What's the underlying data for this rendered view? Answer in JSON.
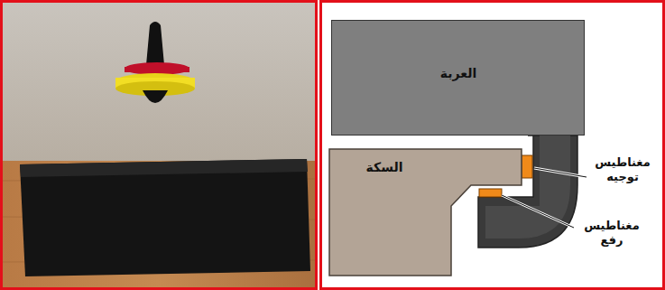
{
  "diagram": {
    "nodes": [
      {
        "text": [
          "العربة"
        ]
      },
      {
        "text": [
          "السكة"
        ]
      }
    ],
    "labels": [
      "مغناطيس توجيه",
      "مغناطيس رفع"
    ]
  }
}
